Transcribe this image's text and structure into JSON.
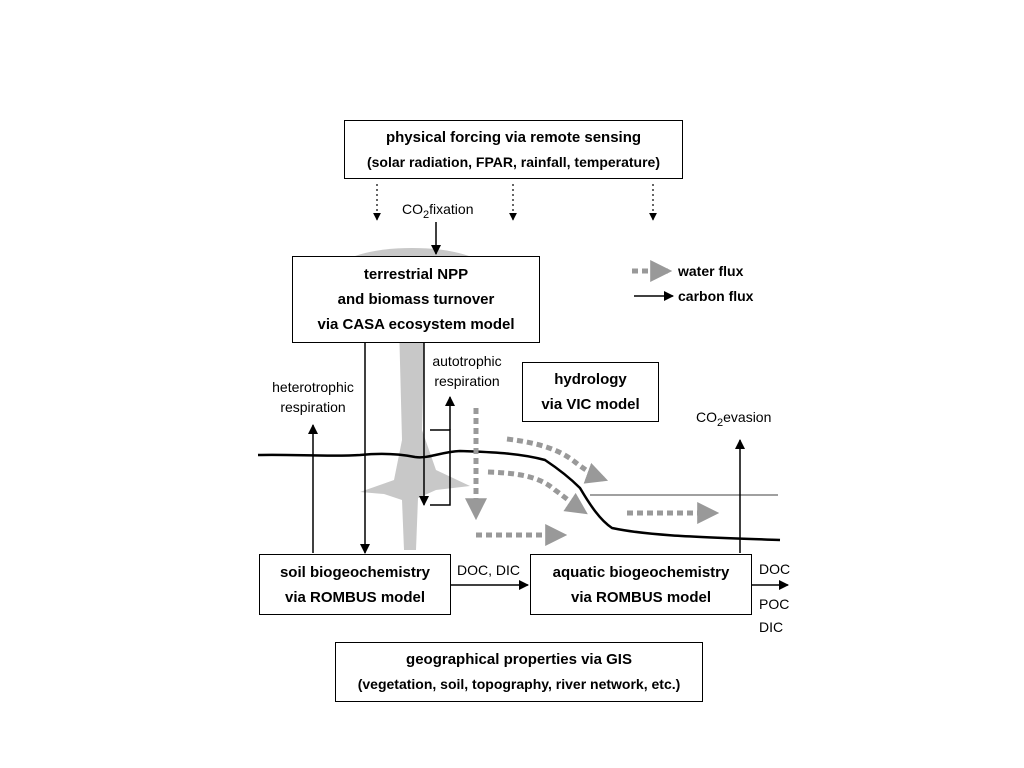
{
  "boxes": {
    "physical_forcing": {
      "line1": "physical forcing via remote sensing",
      "line2": "(solar radiation, FPAR, rainfall, temperature)"
    },
    "terrestrial_npp": {
      "line1": "terrestrial NPP",
      "line2": "and biomass turnover",
      "line3": "via CASA ecosystem model"
    },
    "hydrology": {
      "line1": "hydrology",
      "line2": "via VIC model"
    },
    "soil_biogeochemistry": {
      "line1": "soil biogeochemistry",
      "line2": "via ROMBUS model"
    },
    "aquatic_biogeochemistry": {
      "line1": "aquatic biogeochemistry",
      "line2": "via ROMBUS model"
    },
    "geographical_properties": {
      "line1": "geographical properties via GIS",
      "line2": "(vegetation, soil, topography, river network, etc.)"
    }
  },
  "labels": {
    "co2_fixation": {
      "prefix": "CO",
      "sub": "2",
      "suffix": "fixation"
    },
    "co2_evasion": {
      "prefix": "CO",
      "sub": "2",
      "suffix": "evasion"
    },
    "heterotrophic": {
      "line1": "heterotrophic",
      "line2": "respiration"
    },
    "autotrophic": {
      "line1": "autotrophic",
      "line2": "respiration"
    },
    "doc_dic": "DOC, DIC",
    "outputs": {
      "doc": "DOC",
      "poc": "POC",
      "dic": "DIC"
    }
  },
  "legend": {
    "water_flux": "water flux",
    "carbon_flux": "carbon flux"
  },
  "colors": {
    "line": "#000000",
    "water_flux": "#999999",
    "tree": "#c8c8c8"
  }
}
